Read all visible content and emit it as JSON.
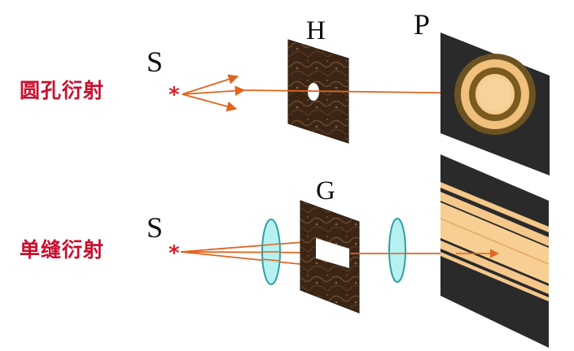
{
  "labels": {
    "top_title": "圆孔衍射",
    "bottom_title": "单缝衍射",
    "source_top": "S",
    "source_bottom": "S",
    "star_glyph": "*",
    "aperture_top": "H",
    "aperture_bottom": "G",
    "screen": "P"
  },
  "colors": {
    "label_red": "#c8102e",
    "ray_orange": "#e0651f",
    "lens_fill": "#aef0ef",
    "lens_stroke": "#2f9fa3",
    "screen_dark": "#2a2a2a",
    "fringe_light": "#f5c78a",
    "fringe_brown": "#7a5a1e",
    "plate_brown": "#3b2616"
  },
  "icons": [
    "star-source-icon",
    "lens-icon",
    "circular-aperture-icon",
    "single-slit-icon",
    "diffraction-rings-icon",
    "fringe-pattern-icon"
  ]
}
